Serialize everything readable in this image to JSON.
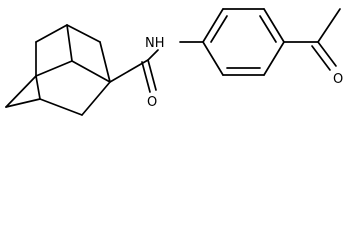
{
  "molecule": {
    "atoms": {
      "amide_nitrogen": "NH",
      "amide_oxygen": "O",
      "ketone_oxygen": "O"
    }
  }
}
